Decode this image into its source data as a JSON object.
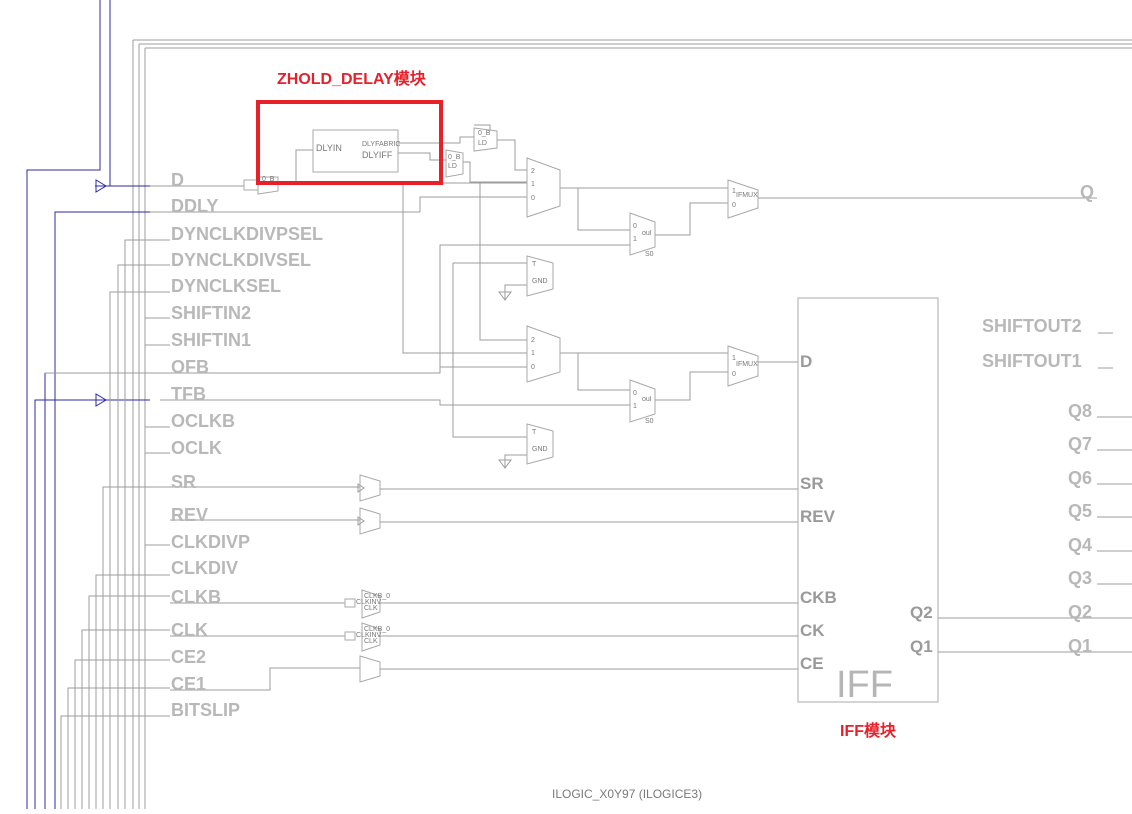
{
  "annotations": {
    "zhold_title": "ZHOLD_DELAY模块",
    "iff_title": "IFF模块"
  },
  "footer": "ILOGIC_X0Y97 (ILOGICE3)",
  "inputs": [
    "D",
    "DDLY",
    "DYNCLKDIVPSEL",
    "DYNCLKDIVSEL",
    "DYNCLKSEL",
    "SHIFTIN2",
    "SHIFTIN1",
    "OFB",
    "TFB",
    "OCLKB",
    "OCLK",
    "SR",
    "REV",
    "CLKDIVP",
    "CLKDIV",
    "CLKB",
    "CLK",
    "CE2",
    "CE1",
    "BITSLIP"
  ],
  "outputs": [
    "Q",
    "SHIFTOUT2",
    "SHIFTOUT1",
    "Q8",
    "Q7",
    "Q6",
    "Q5",
    "Q4",
    "Q3",
    "Q2",
    "Q1"
  ],
  "iff_block": {
    "name": "IFF",
    "inputs": [
      "D",
      "SR",
      "REV",
      "CKB",
      "CK",
      "CE"
    ],
    "outputs": [
      "Q2",
      "Q1"
    ]
  },
  "zhold_block": {
    "in_label": "DLYIN",
    "out_label_top": "DLYFABRIC",
    "out_label_bottom": "DLYIFF"
  },
  "cells": {
    "mux_in": [
      "2",
      "1",
      "0"
    ],
    "ifmux_label": "IFMUX",
    "ifmux_in": [
      "1",
      "0"
    ],
    "gnd_label": "GND",
    "gnd_t": "T",
    "dmux_label": "ouI",
    "dmux_in": [
      "0",
      "1"
    ],
    "dmux_sel": "S0",
    "buf_label": "0_B",
    "ld_label": "LD",
    "ckmux_labels": [
      "CLKB_0",
      "CLKINV",
      "CLK"
    ]
  }
}
